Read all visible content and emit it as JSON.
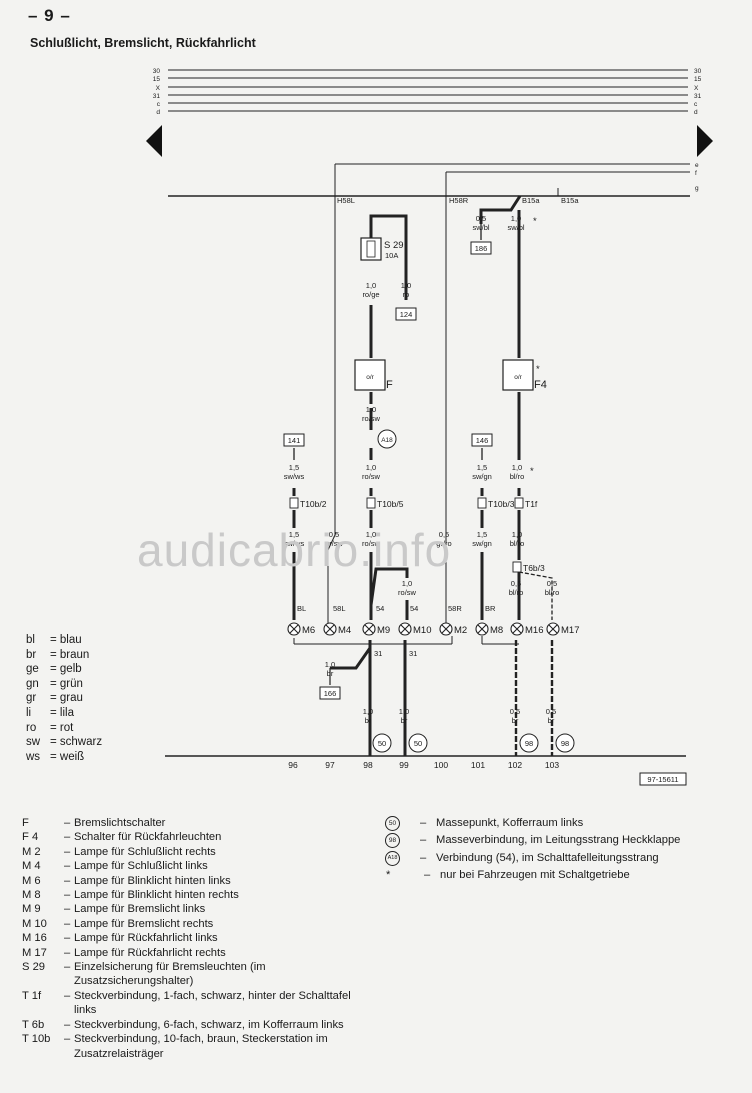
{
  "page_number": "– 9 –",
  "title": "Schlußlicht, Bremslicht, Rückfahrlicht",
  "watermark": "audicabrio.info",
  "bus_labels": [
    "30",
    "15",
    "X",
    "31",
    "c",
    "d"
  ],
  "right_labels": [
    "e",
    "f",
    "g"
  ],
  "diagram": {
    "terminals": {
      "h58l": "H58L",
      "h58r": "H58R",
      "b15a_1": "B15a",
      "b15a_2": "B15a",
      "t31a": "31",
      "t31b": "31",
      "t54a": "54",
      "t54b": "54",
      "t58l": "58L",
      "t58r": "58R",
      "tbl": "BL",
      "tbr": "BR"
    },
    "fuse": {
      "name": "S 29",
      "rating": "10A"
    },
    "switch_f": "F",
    "switch_f4": "F4",
    "switch_sym": "o/r",
    "conn_a18": "A18",
    "connectors": {
      "t10b2": "T10b/2",
      "t10b5": "T10b/5",
      "t10b3": "T10b/3",
      "t1f": "T1f",
      "t6b3": "T6b/3"
    },
    "lamps": {
      "m6": "M6",
      "m4": "M4",
      "m9": "M9",
      "m10": "M10",
      "m2": "M2",
      "m8": "M8",
      "m16": "M16",
      "m17": "M17"
    },
    "refs": {
      "r186": "186",
      "r124": "124",
      "r141": "141",
      "r146": "146",
      "r166": "166"
    },
    "grounds": {
      "g50a": "50",
      "g50b": "50",
      "g98a": "98",
      "g98b": "98"
    },
    "wires": {
      "w1a": "0,5",
      "w1b": "sw/bl",
      "w2a": "1,0",
      "w2b": "sw/bl",
      "w3a": "1,0",
      "w3b": "ro/ge",
      "w4a": "1,0",
      "w4b": "ro",
      "w5a": "1,0",
      "w5b": "ro/sw",
      "w6a": "1,5",
      "w6b": "sw/ws",
      "w7a": "1,0",
      "w7b": "ro/sw",
      "w8a": "1,5",
      "w8b": "sw/gn",
      "w9a": "1,0",
      "w9b": "bl/ro",
      "w10a": "1,5",
      "w10b": "sw/ws",
      "w11a": "0,5",
      "w11b": "gr/sw",
      "w12a": "1,0",
      "w12b": "ro/sw",
      "w13a": "0,5",
      "w13b": "gr/ro",
      "w14a": "1,5",
      "w14b": "sw/gn",
      "w15a": "1,0",
      "w15b": "bl/ro",
      "w16a": "1,0",
      "w16b": "ro/sw",
      "w17a": "0,5",
      "w17b": "bl/ro",
      "w18a": "0,5",
      "w18b": "bl/ro",
      "w19a": "1,0",
      "w19b": "br",
      "w20a": "1,0",
      "w20b": "br",
      "w21a": "1,0",
      "w21b": "br",
      "w22a": "0,5",
      "w22b": "br",
      "w23a": "0,5",
      "w23b": "br"
    },
    "asterisk": "*",
    "track_numbers": [
      "96",
      "97",
      "98",
      "99",
      "100",
      "101",
      "102",
      "103"
    ],
    "doc_number": "97-15611"
  },
  "color_codes": [
    {
      "abbr": "bl",
      "name": "= blau"
    },
    {
      "abbr": "br",
      "name": "= braun"
    },
    {
      "abbr": "ge",
      "name": "= gelb"
    },
    {
      "abbr": "gn",
      "name": "= grün"
    },
    {
      "abbr": "gr",
      "name": "= grau"
    },
    {
      "abbr": "li",
      "name": "= lila"
    },
    {
      "abbr": "ro",
      "name": "= rot"
    },
    {
      "abbr": "sw",
      "name": "= schwarz"
    },
    {
      "abbr": "ws",
      "name": "= weiß"
    }
  ],
  "legend": [
    {
      "code": "F",
      "text": "Bremslichtschalter"
    },
    {
      "code": "F 4",
      "text": "Schalter für Rückfahrleuchten"
    },
    {
      "code": "M 2",
      "text": "Lampe für Schlußlicht rechts"
    },
    {
      "code": "M 4",
      "text": "Lampe für Schlußlicht links"
    },
    {
      "code": "M 6",
      "text": "Lampe für Blinklicht hinten links"
    },
    {
      "code": "M 8",
      "text": "Lampe für Blinklicht hinten rechts"
    },
    {
      "code": "M 9",
      "text": "Lampe für Bremslicht links"
    },
    {
      "code": "M 10",
      "text": "Lampe für Bremslicht rechts"
    },
    {
      "code": "M 16",
      "text": "Lampe für Rückfahrlicht links"
    },
    {
      "code": "M 17",
      "text": "Lampe für Rückfahrlicht rechts"
    },
    {
      "code": "S 29",
      "text": "Einzelsicherung für Bremsleuchten (im Zusatzsicherungshalter)"
    },
    {
      "code": "T 1f",
      "text": "Steckverbindung, 1-fach, schwarz, hinter der Schalttafel links"
    },
    {
      "code": "T 6b",
      "text": "Steckverbindung, 6-fach, schwarz, im Kofferraum links"
    },
    {
      "code": "T 10b",
      "text": "Steckverbindung, 10-fach, braun, Steckerstation im Zusatzrelaisträger"
    }
  ],
  "legend2": [
    {
      "code": "50",
      "text": "Massepunkt, Kofferraum links"
    },
    {
      "code": "98",
      "text": "Masseverbindung, im Leitungsstrang Heckklappe"
    },
    {
      "code": "A18",
      "text": "Verbindung (54), im Schalttafelleitungsstrang"
    },
    {
      "code": "*",
      "text": "nur bei Fahrzeugen mit Schaltgetriebe"
    }
  ]
}
